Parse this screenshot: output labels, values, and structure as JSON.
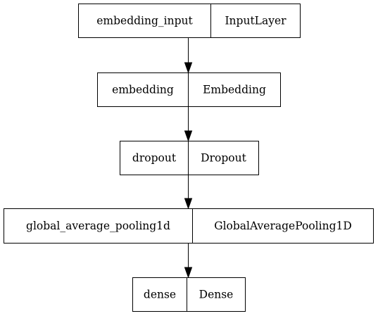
{
  "diagram": {
    "layers": [
      {
        "name": "embedding_input",
        "type": "InputLayer"
      },
      {
        "name": "embedding",
        "type": "Embedding"
      },
      {
        "name": "dropout",
        "type": "Dropout"
      },
      {
        "name": "global_average_pooling1d",
        "type": "GlobalAveragePooling1D"
      },
      {
        "name": "dense",
        "type": "Dense"
      }
    ],
    "edges": [
      {
        "from": "embedding_input",
        "to": "embedding"
      },
      {
        "from": "embedding",
        "to": "dropout"
      },
      {
        "from": "dropout",
        "to": "global_average_pooling1d"
      },
      {
        "from": "global_average_pooling1d",
        "to": "dense"
      }
    ]
  }
}
